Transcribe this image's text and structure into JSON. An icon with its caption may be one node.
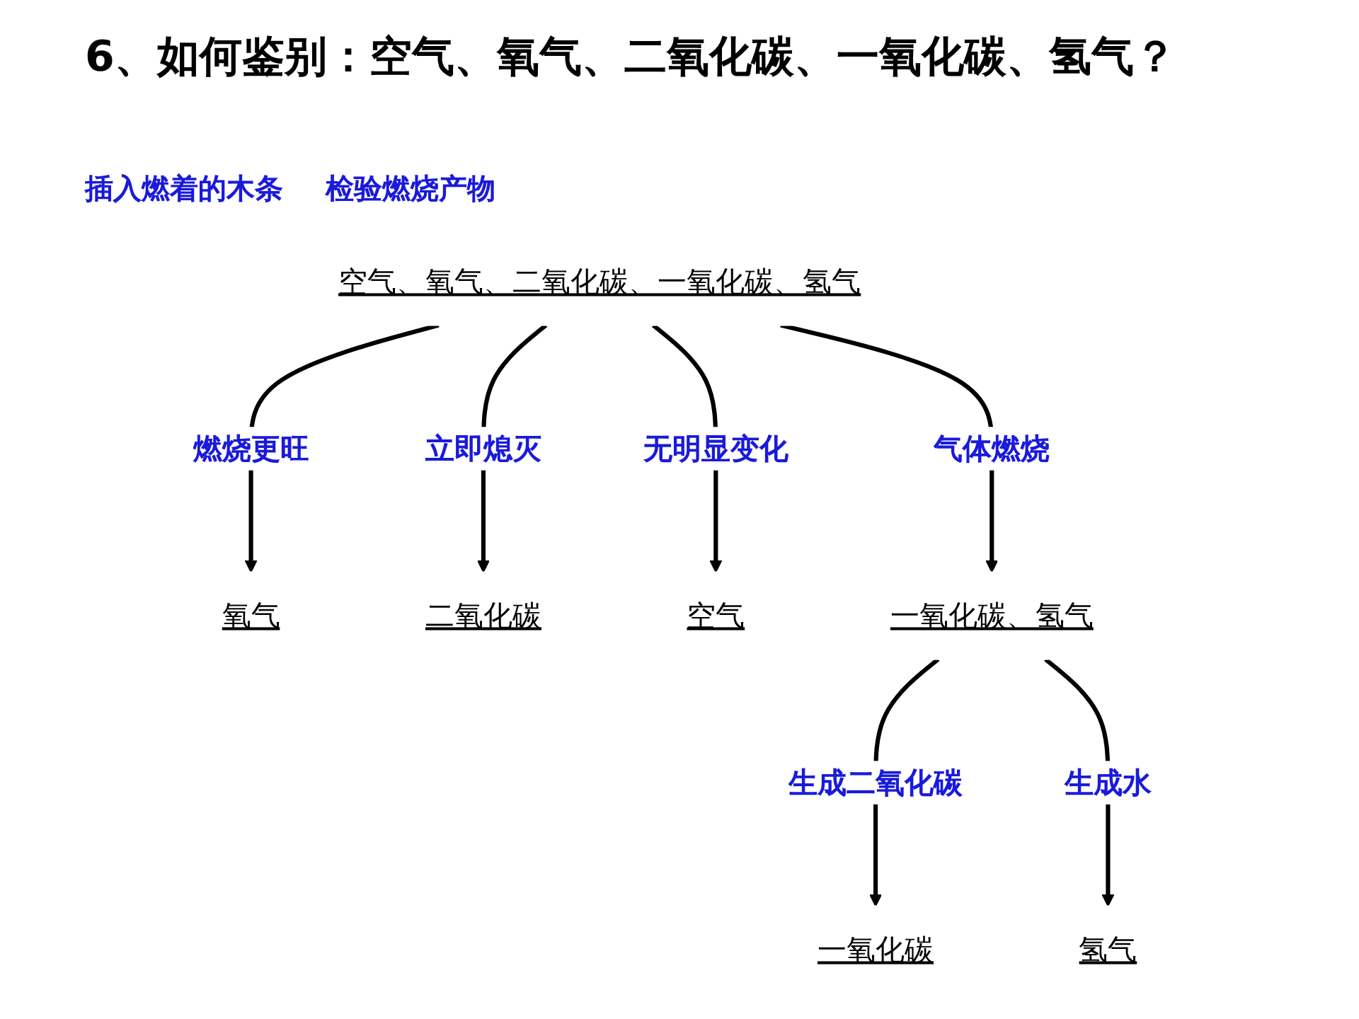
{
  "diagram": {
    "title": "6、如何鉴别：空气、氧气、二氧化碳、一氧化碳、氢气？",
    "nodes": [
      {
        "text": [
          "空气、氧气、二氧化碳、一氧化碳、氢气"
        ]
      },
      {
        "text": [
          "氧气"
        ]
      },
      {
        "text": [
          "二氧化碳"
        ]
      },
      {
        "text": [
          "空气"
        ]
      },
      {
        "text": [
          "一氧化碳、氢气"
        ]
      },
      {
        "text": [
          "一氧化碳"
        ]
      },
      {
        "text": [
          "氢气"
        ]
      }
    ],
    "edges": [
      {
        "from": 0,
        "to": 1,
        "arrow": "to",
        "label": "燃烧更旺"
      },
      {
        "from": 0,
        "to": 2,
        "arrow": "to",
        "label": "立即熄灭"
      },
      {
        "from": 0,
        "to": 3,
        "arrow": "to",
        "label": "无明显变化"
      },
      {
        "from": 0,
        "to": 4,
        "arrow": "to",
        "label": "气体燃烧"
      },
      {
        "from": 4,
        "to": 5,
        "arrow": "to",
        "label": "生成二氧化碳"
      },
      {
        "from": 4,
        "to": 6,
        "arrow": "to",
        "label": "生成水"
      }
    ],
    "labels": [
      "插入燃着的木条",
      "检验燃烧产物"
    ]
  }
}
